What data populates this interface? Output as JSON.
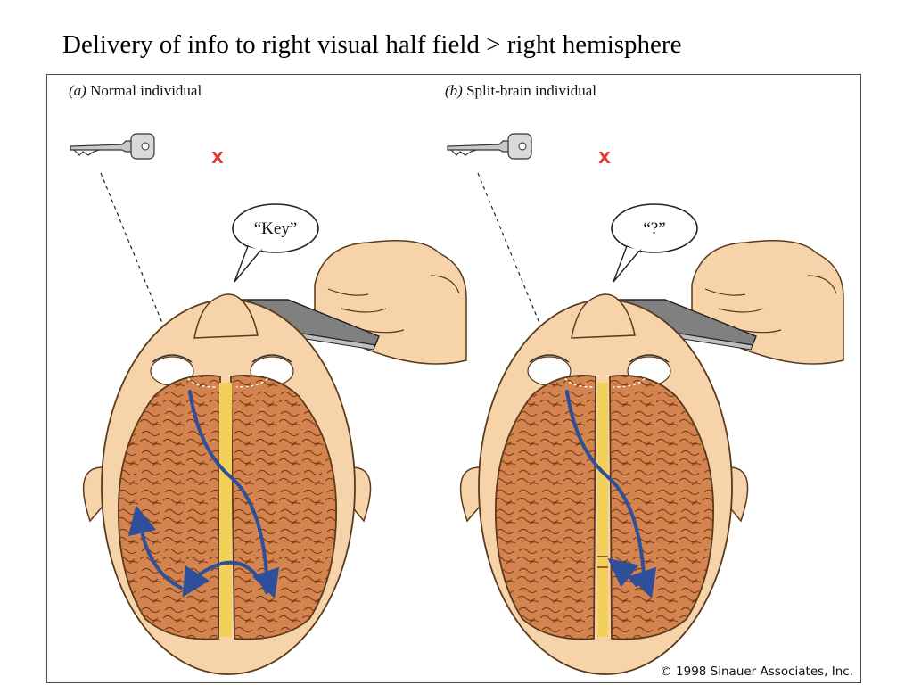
{
  "slide": {
    "title": "Delivery of info to right visual half field  > right hemisphere"
  },
  "panels": [
    {
      "letter": "(a)",
      "label": "Normal individual",
      "speech": "“Key”",
      "fixation": "X"
    },
    {
      "letter": "(b)",
      "label": "Split-brain individual",
      "speech": "“?”",
      "fixation": "X"
    }
  ],
  "copyright": "© 1998 Sinauer Associates, Inc.",
  "colors": {
    "skin": "#f6d3a8",
    "skin_outline": "#5a3a1e",
    "brain": "#d4854f",
    "brain_fold": "#7a3b18",
    "corpus_callosum": "#f3d05a",
    "pathway": "#2f4f9a",
    "fixation_x": "#e23a3a"
  }
}
